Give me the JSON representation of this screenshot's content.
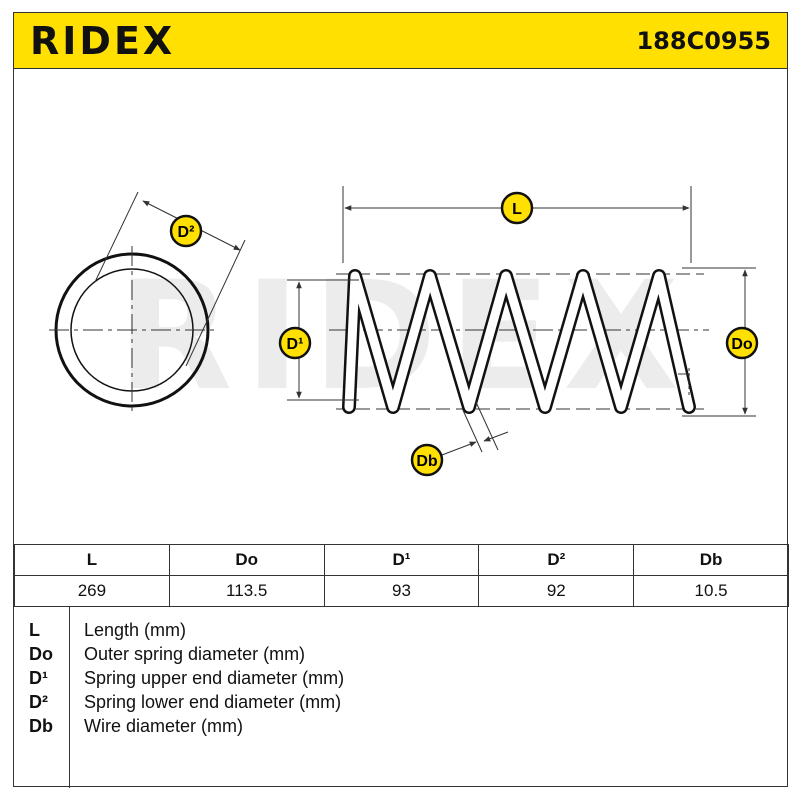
{
  "header": {
    "brand": "RIDEX",
    "part_number": "188C0955",
    "background_color": "#ffe000"
  },
  "watermark": "RIDEX",
  "diagram": {
    "labels": {
      "d2": "D²",
      "d1": "D¹",
      "l": "L",
      "do": "Do",
      "db": "Db"
    },
    "badge_color": "#ffe000"
  },
  "spec_table": {
    "headers": [
      "L",
      "Do",
      "D¹",
      "D²",
      "Db"
    ],
    "values": [
      "269",
      "113.5",
      "93",
      "92",
      "10.5"
    ]
  },
  "legend": [
    {
      "key": "L",
      "desc": "Length (mm)"
    },
    {
      "key": "Do",
      "desc": "Outer spring diameter (mm)"
    },
    {
      "key": "D¹",
      "desc": "Spring upper end diameter (mm)"
    },
    {
      "key": "D²",
      "desc": "Spring lower end diameter (mm)"
    },
    {
      "key": "Db",
      "desc": "Wire diameter (mm)"
    }
  ]
}
